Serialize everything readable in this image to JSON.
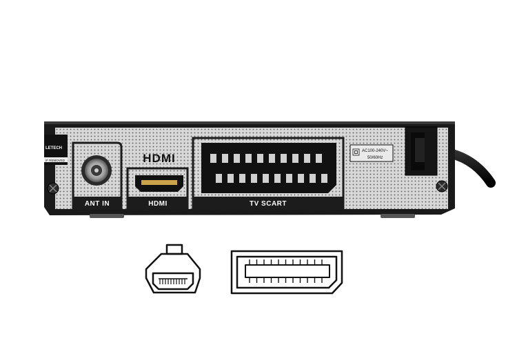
{
  "device": {
    "brand_partial": "LETECH",
    "sticker_text": "IF REMOVED",
    "hdmi_logo": "HDMI",
    "power_rating_line1": "AC100-240V~",
    "power_rating_line2": "50/60Hz"
  },
  "ports": [
    {
      "name": "ant-in",
      "label": "ANT IN"
    },
    {
      "name": "hdmi",
      "label": "HDMI"
    },
    {
      "name": "tv-scart",
      "label": "TV SCART"
    }
  ],
  "icons": [
    "hdmi-connector-icon",
    "scart-connector-icon"
  ],
  "colors": {
    "panel": "#d6d6d6",
    "frame": "#1a1a1a",
    "label_band": "#1c1c1c",
    "port_black": "#111111"
  }
}
